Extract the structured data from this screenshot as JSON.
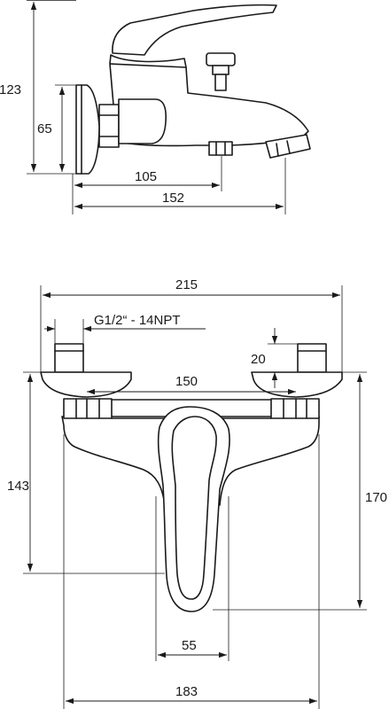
{
  "side_view": {
    "dimensions": {
      "overall_height": "123",
      "flange_height": "65",
      "wall_to_diverter": "105",
      "wall_to_spout": "152"
    }
  },
  "front_view": {
    "dimensions": {
      "overall_width": "215",
      "thread_spec": "G1/2“ - 14NPT",
      "connector_height": "20",
      "inlet_spacing": "150",
      "body_height": "143",
      "total_height": "170",
      "handle_width": "55",
      "body_width": "183"
    }
  }
}
